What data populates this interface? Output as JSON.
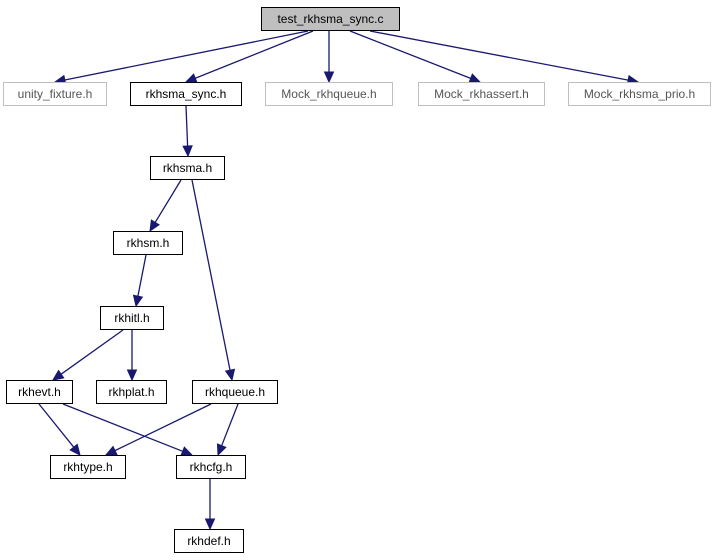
{
  "graph": {
    "nodes": [
      {
        "id": "test_rkhsma_sync_c",
        "label": "test_rkhsma_sync.c",
        "kind": "root"
      },
      {
        "id": "unity_fixture_h",
        "label": "unity_fixture.h",
        "kind": "external"
      },
      {
        "id": "rkhsma_sync_h",
        "label": "rkhsma_sync.h",
        "kind": "included"
      },
      {
        "id": "mock_rkhqueue_h",
        "label": "Mock_rkhqueue.h",
        "kind": "external"
      },
      {
        "id": "mock_rkhassert_h",
        "label": "Mock_rkhassert.h",
        "kind": "external"
      },
      {
        "id": "mock_rkhsma_prio_h",
        "label": "Mock_rkhsma_prio.h",
        "kind": "external"
      },
      {
        "id": "rkhsma_h",
        "label": "rkhsma.h",
        "kind": "included"
      },
      {
        "id": "rkhsm_h",
        "label": "rkhsm.h",
        "kind": "included"
      },
      {
        "id": "rkhitl_h",
        "label": "rkhitl.h",
        "kind": "included"
      },
      {
        "id": "rkhevt_h",
        "label": "rkhevt.h",
        "kind": "included"
      },
      {
        "id": "rkhplat_h",
        "label": "rkhplat.h",
        "kind": "included"
      },
      {
        "id": "rkhqueue_h",
        "label": "rkhqueue.h",
        "kind": "included"
      },
      {
        "id": "rkhtype_h",
        "label": "rkhtype.h",
        "kind": "included"
      },
      {
        "id": "rkhcfg_h",
        "label": "rkhcfg.h",
        "kind": "included"
      },
      {
        "id": "rkhdef_h",
        "label": "rkhdef.h",
        "kind": "included"
      }
    ],
    "edges": [
      {
        "from": "test_rkhsma_sync_c",
        "to": "unity_fixture_h"
      },
      {
        "from": "test_rkhsma_sync_c",
        "to": "rkhsma_sync_h"
      },
      {
        "from": "test_rkhsma_sync_c",
        "to": "mock_rkhqueue_h"
      },
      {
        "from": "test_rkhsma_sync_c",
        "to": "mock_rkhassert_h"
      },
      {
        "from": "test_rkhsma_sync_c",
        "to": "mock_rkhsma_prio_h"
      },
      {
        "from": "rkhsma_sync_h",
        "to": "rkhsma_h"
      },
      {
        "from": "rkhsma_h",
        "to": "rkhsm_h"
      },
      {
        "from": "rkhsma_h",
        "to": "rkhqueue_h"
      },
      {
        "from": "rkhsm_h",
        "to": "rkhitl_h"
      },
      {
        "from": "rkhitl_h",
        "to": "rkhevt_h"
      },
      {
        "from": "rkhitl_h",
        "to": "rkhplat_h"
      },
      {
        "from": "rkhevt_h",
        "to": "rkhtype_h"
      },
      {
        "from": "rkhevt_h",
        "to": "rkhcfg_h"
      },
      {
        "from": "rkhqueue_h",
        "to": "rkhtype_h"
      },
      {
        "from": "rkhqueue_h",
        "to": "rkhcfg_h"
      },
      {
        "from": "rkhcfg_h",
        "to": "rkhdef_h"
      }
    ],
    "colors": {
      "edge": "#191970",
      "root_fill": "#bfbfbf",
      "external_border": "#bfbfbf",
      "included_border": "#000000"
    }
  }
}
